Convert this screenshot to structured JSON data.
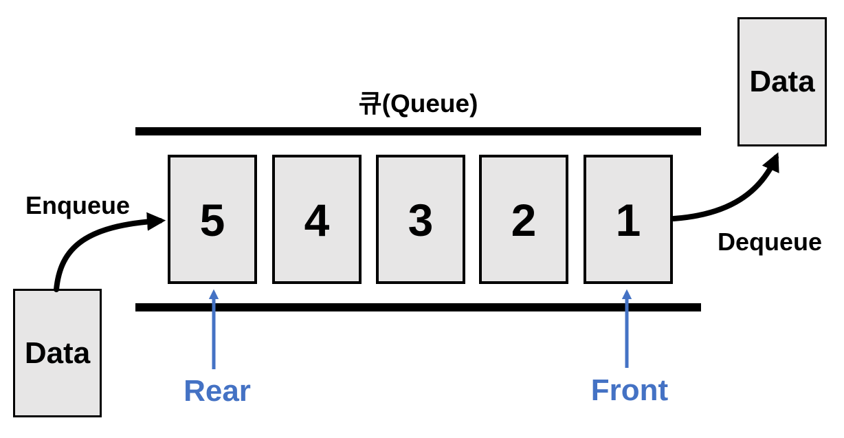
{
  "diagram": {
    "title": "큐(Queue)",
    "queue": {
      "cells": [
        {
          "value": "5"
        },
        {
          "value": "4"
        },
        {
          "value": "3"
        },
        {
          "value": "2"
        },
        {
          "value": "1"
        }
      ]
    },
    "labels": {
      "enqueue": "Enqueue",
      "dequeue": "Dequeue",
      "rear": "Rear",
      "front": "Front"
    },
    "data_in": "Data",
    "data_out": "Data",
    "colors": {
      "pointer_blue": "#4472c4",
      "cell_fill": "#e7e6e6",
      "line_black": "#000000",
      "background": "#ffffff"
    }
  }
}
